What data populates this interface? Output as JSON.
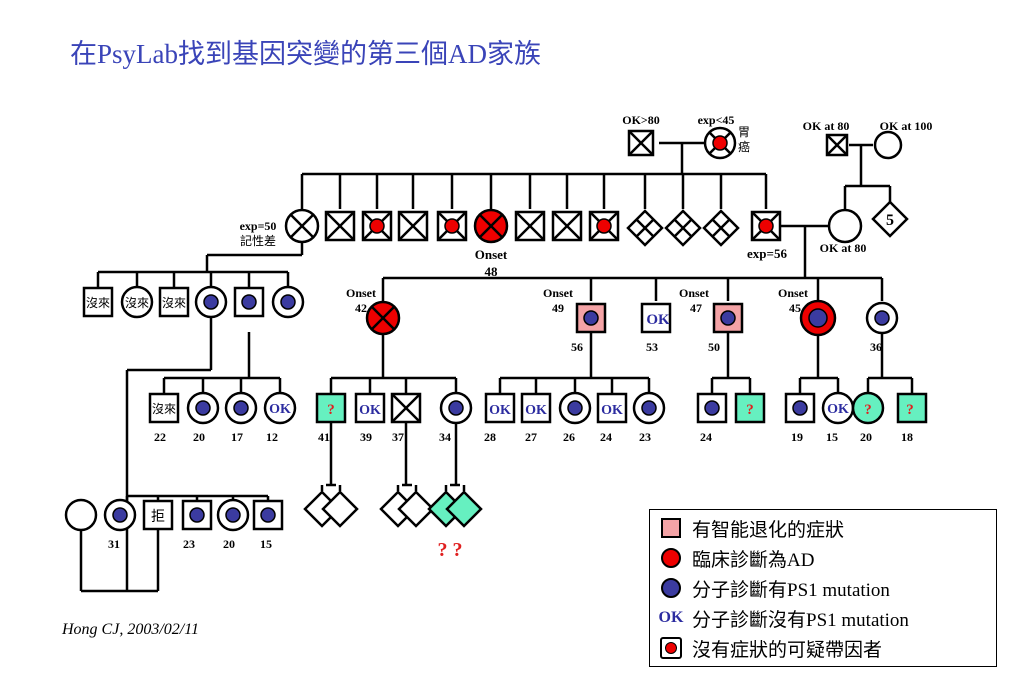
{
  "title": "在PsyLab找到基因突變的第三個AD家族",
  "credit": "Hong CJ, 2003/02/11",
  "colors": {
    "title": "#3a44b8",
    "affected_fill": "#f4a3a6",
    "ad_red": "#ee0000",
    "mutation_blue": "#3b3ba0",
    "ok_text": "#2c2ca0",
    "unknown_fill": "#66f0c0",
    "question": "#e02020"
  },
  "pedigree": {
    "grandparents_1": {
      "father_label": "OK>80",
      "mother_label": "exp<45",
      "mother_note": [
        "胃",
        "癌"
      ]
    },
    "grandparents_2": {
      "father_label": "OK at 80",
      "mother_label": "OK at 100"
    },
    "gen2_left_label": [
      "exp=50",
      "記性差"
    ],
    "gen2_onset": [
      "Onset",
      "48"
    ],
    "gen2_exp56": "exp=56",
    "gen2_spouse_label": "OK at 80",
    "sibling_count": "5",
    "not_come": "沒來",
    "refused": "拒",
    "ok": "OK",
    "unknown": "?",
    "gen3_onset": {
      "p42": [
        "Onset",
        "42"
      ],
      "p49": [
        "Onset",
        "49"
      ],
      "p47": [
        "Onset",
        "47"
      ],
      "p45": [
        "Onset",
        "45"
      ]
    },
    "gen3_ages": {
      "a56": "56",
      "a53": "53",
      "a50": "50",
      "a36": "36"
    },
    "gen4_ages": [
      "22",
      "20",
      "17",
      "12",
      "41",
      "39",
      "37",
      "34",
      "28",
      "27",
      "26",
      "24",
      "23",
      "24",
      "19",
      "15",
      "20",
      "18"
    ],
    "gen5_ages": [
      "31",
      "23",
      "20",
      "15"
    ],
    "gen5_question": "? ?"
  },
  "legend": {
    "items": [
      {
        "symbol": "pink-square",
        "text": "有智能退化的症狀"
      },
      {
        "symbol": "red-circle",
        "text": "臨床診斷為AD"
      },
      {
        "symbol": "blue-circle",
        "text": "分子診斷有PS1 mutation"
      },
      {
        "symbol": "ok",
        "text": "分子診斷沒有PS1 mutation"
      },
      {
        "symbol": "carrier-square",
        "text": "沒有症狀的可疑帶因者"
      }
    ]
  }
}
